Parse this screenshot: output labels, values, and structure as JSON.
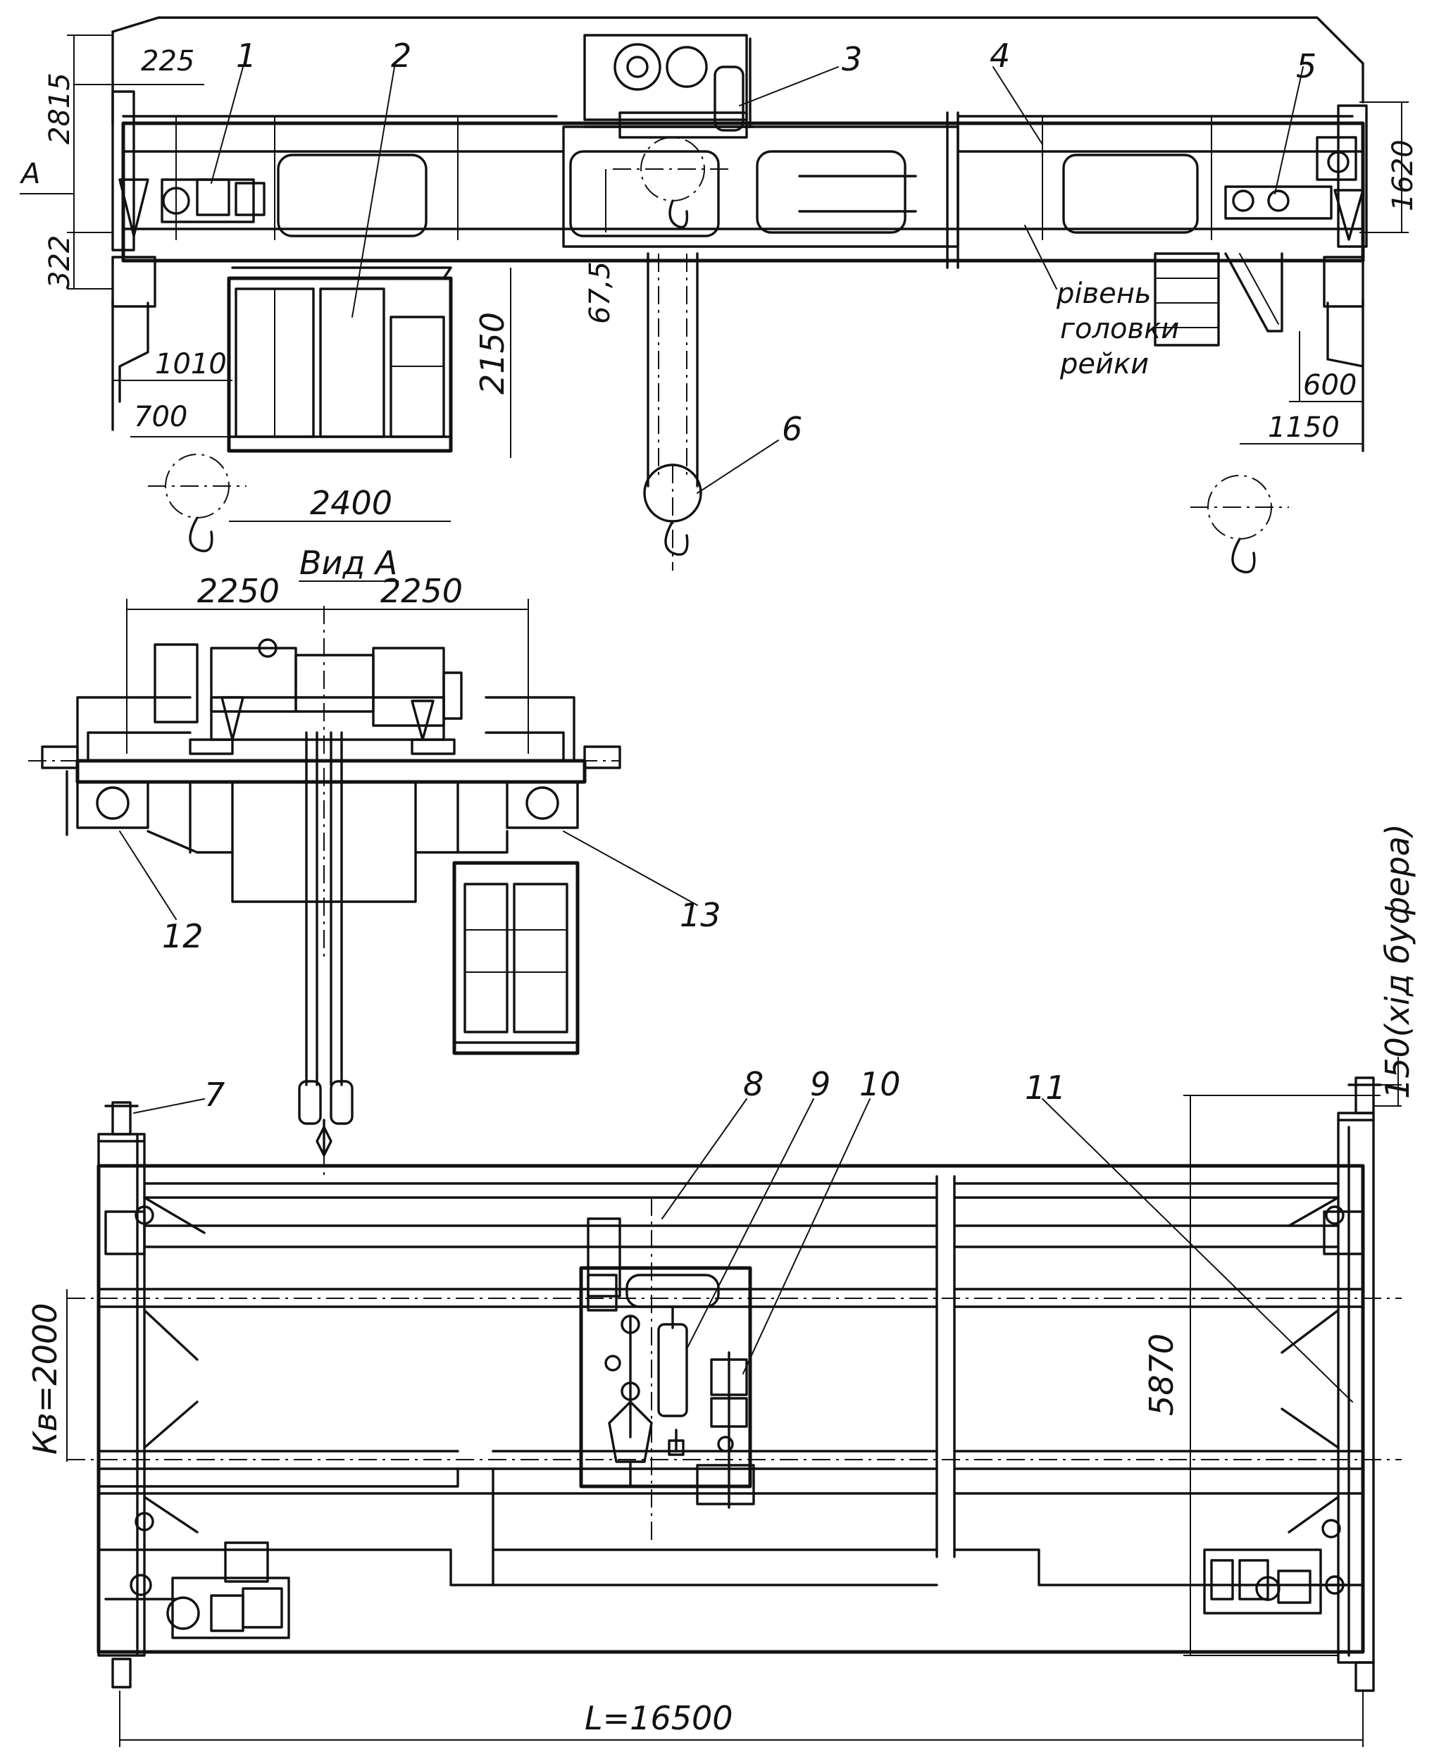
{
  "dimensions": {
    "d225": "225",
    "d2815": "2815",
    "d322": "322",
    "d1010": "1010",
    "d700": "700",
    "d2400": "2400",
    "d2150": "2150",
    "d675": "67,5",
    "d1620": "1620",
    "d600": "600",
    "d1150": "1150",
    "d2250a": "2250",
    "d2250b": "2250",
    "d150": "150(хід буфера)",
    "d5870": "5870",
    "dKv": "Кв=2000",
    "dL": "L=16500"
  },
  "labels": {
    "view_marker": "А",
    "view_title": "Вид А",
    "rail_level_1": "рівень",
    "rail_level_2": "головки",
    "rail_level_3": "рейки"
  },
  "callouts": [
    "1",
    "2",
    "3",
    "4",
    "5",
    "6",
    "7",
    "8",
    "9",
    "10",
    "11",
    "12",
    "13"
  ]
}
